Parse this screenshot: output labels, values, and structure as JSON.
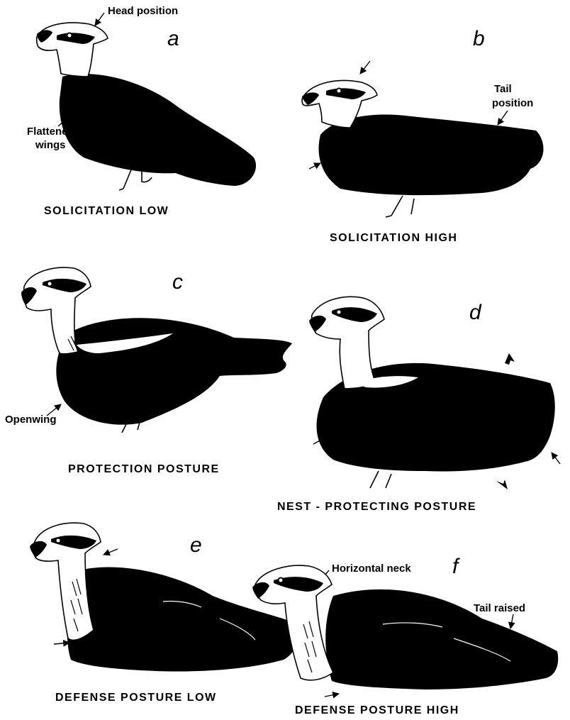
{
  "panels": [
    {
      "letter": "a",
      "caption": "SOLICITATION  LOW",
      "notes": [
        "Head position",
        "Flattened",
        "wings"
      ]
    },
    {
      "letter": "b",
      "caption": "SOLICITATION  HIGH",
      "notes": [
        "Tail",
        "position"
      ]
    },
    {
      "letter": "c",
      "caption": "PROTECTION  POSTURE",
      "notes": [
        "Openwing"
      ]
    },
    {
      "letter": "d",
      "caption": "NEST - PROTECTING  POSTURE",
      "notes": []
    },
    {
      "letter": "e",
      "caption": "DEFENSE  POSTURE  LOW",
      "notes": []
    },
    {
      "letter": "f",
      "caption": "DEFENSE  POSTURE  HIGH",
      "notes": [
        "Horizontal neck",
        "Tail  raised"
      ]
    }
  ]
}
